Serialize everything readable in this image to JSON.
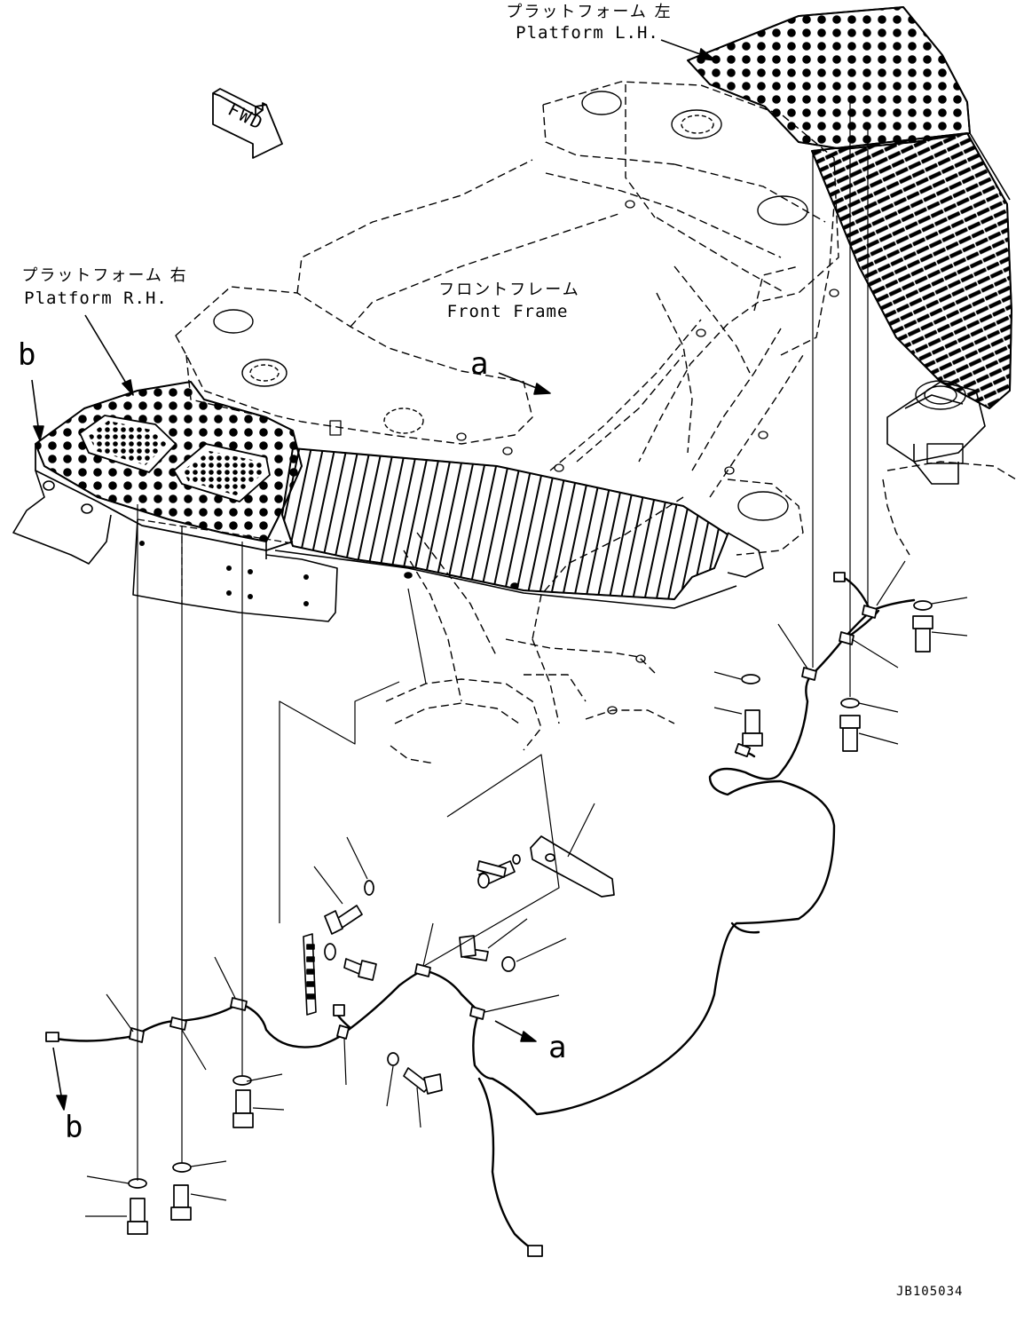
{
  "labels": {
    "platform_lh_jp": "プラットフォーム 左",
    "platform_lh_en": "Platform L.H.",
    "platform_rh_jp": "プラットフォーム 右",
    "platform_rh_en": "Platform R.H.",
    "front_frame_jp": "フロントフレーム",
    "front_frame_en": "Front Frame",
    "fwd": "FWD",
    "view_a": "a",
    "view_b": "b",
    "drawing_id": "JB105034"
  },
  "colors": {
    "line": "#000000",
    "background": "#ffffff"
  }
}
